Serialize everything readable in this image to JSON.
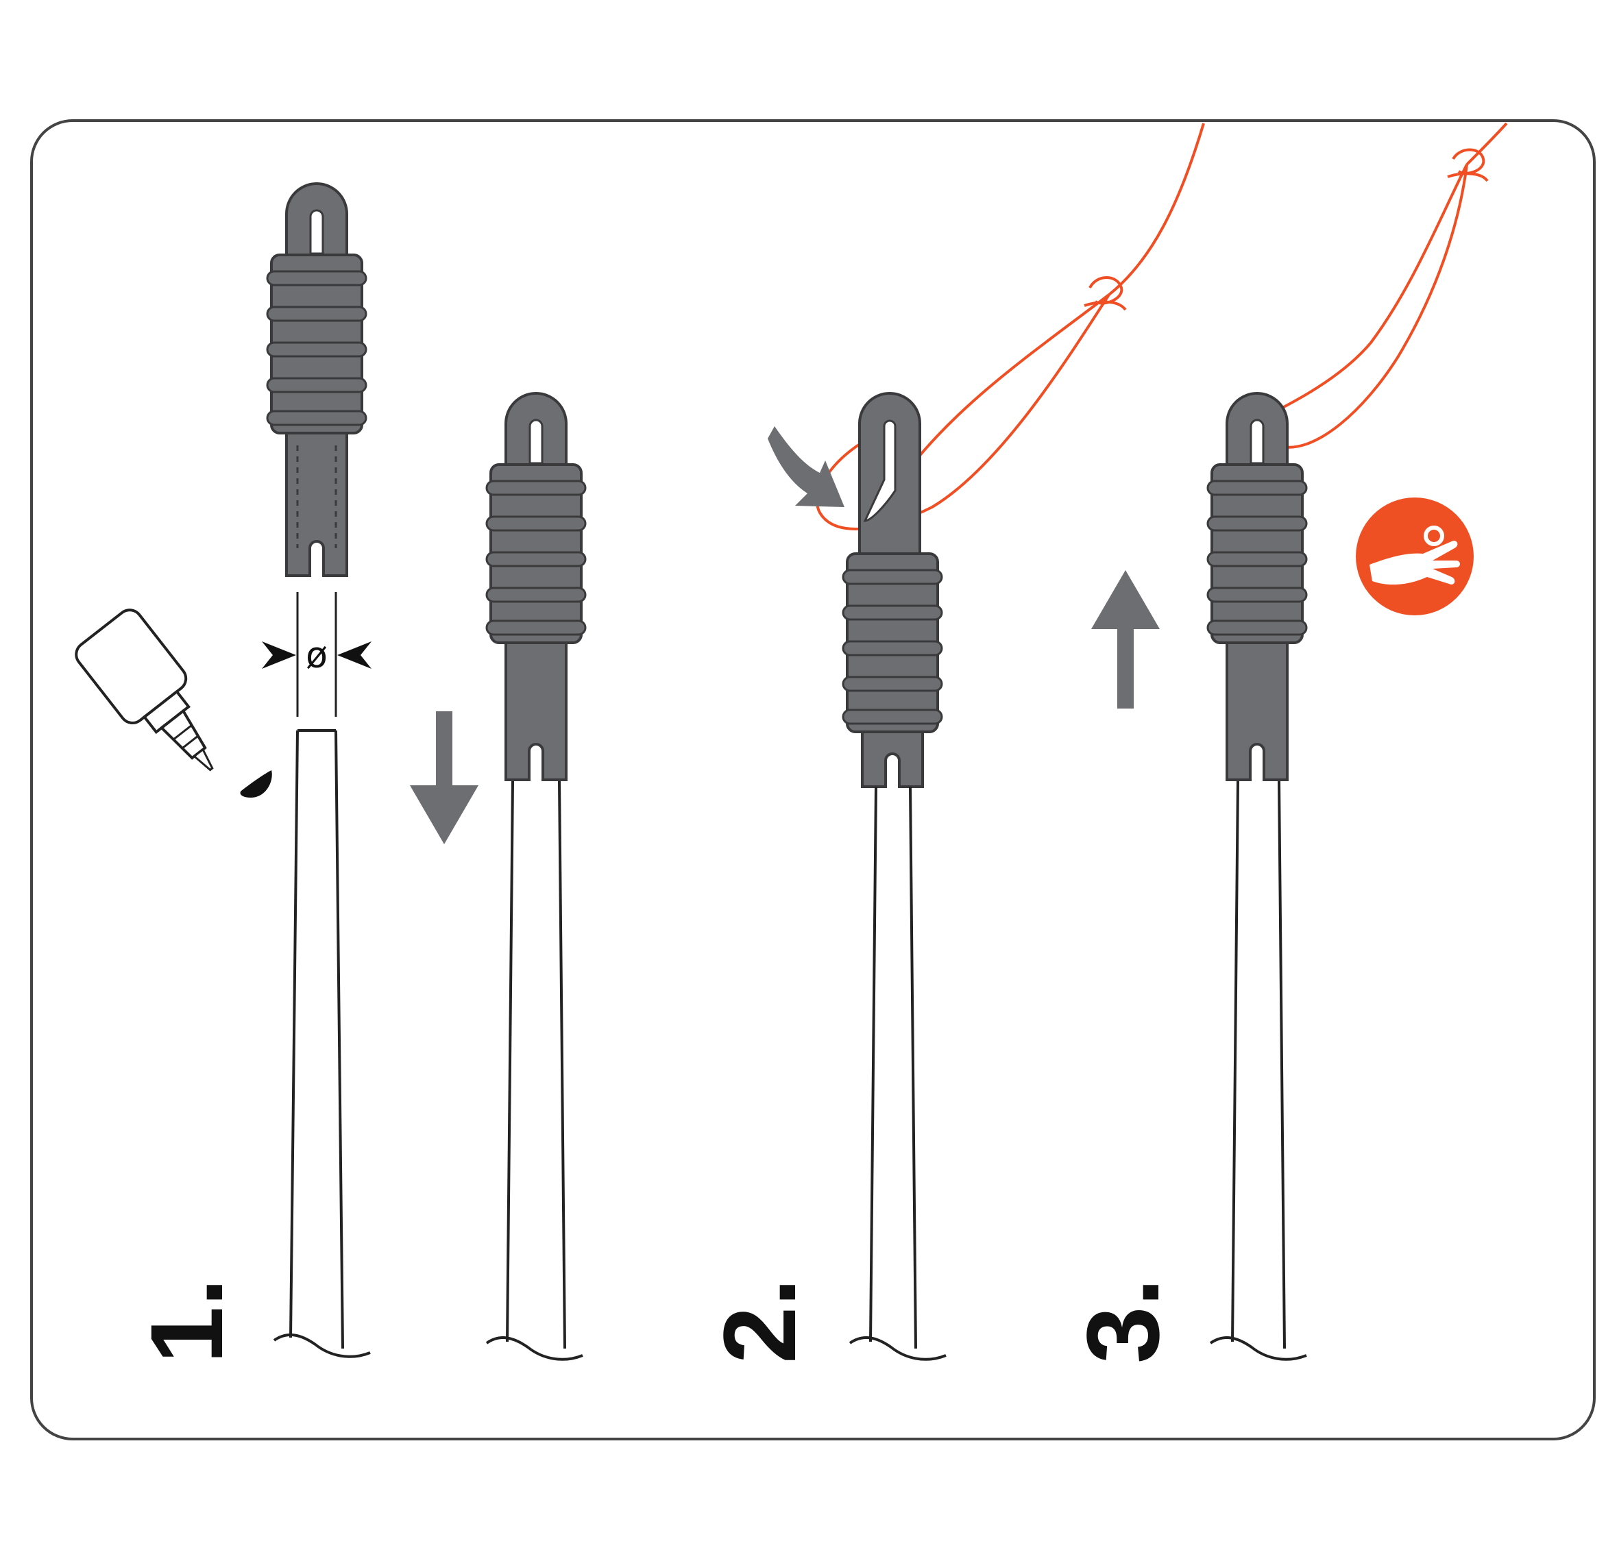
{
  "diagram": {
    "steps": [
      {
        "label": "1."
      },
      {
        "label": "2."
      },
      {
        "label": "3."
      }
    ],
    "diameter_symbol": "ø",
    "icons": [
      "glue-bottle-icon",
      "down-arrow-icon",
      "curved-arrow-icon",
      "up-arrow-icon",
      "hand-badge-icon"
    ],
    "colors": {
      "frame": "#444444",
      "connector": "#6d6e71",
      "connector_outline": "#3a3a3c",
      "line": "#f04e23",
      "arrow": "#6d6e71",
      "badge": "#ef5023",
      "stroke": "#222222"
    }
  }
}
